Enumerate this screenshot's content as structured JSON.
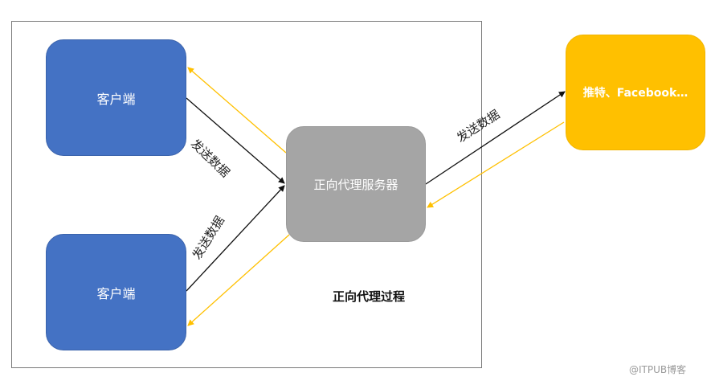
{
  "nodes": {
    "client_top": "客户端",
    "client_bottom": "客户端",
    "proxy": "正向代理服务器",
    "target": "推特、Facebook…"
  },
  "edge_labels": {
    "client_top_to_proxy": "发送数据",
    "client_bottom_to_proxy": "发送数据",
    "proxy_to_target": "发送数据"
  },
  "caption": "正向代理过程",
  "watermark": "@ITPUB博客",
  "colors": {
    "client": "#4472c4",
    "proxy": "#a5a5a5",
    "target": "#ffc000",
    "request_arrow": "#000000",
    "response_arrow": "#ffc000",
    "frame": "#7a7a7a"
  }
}
